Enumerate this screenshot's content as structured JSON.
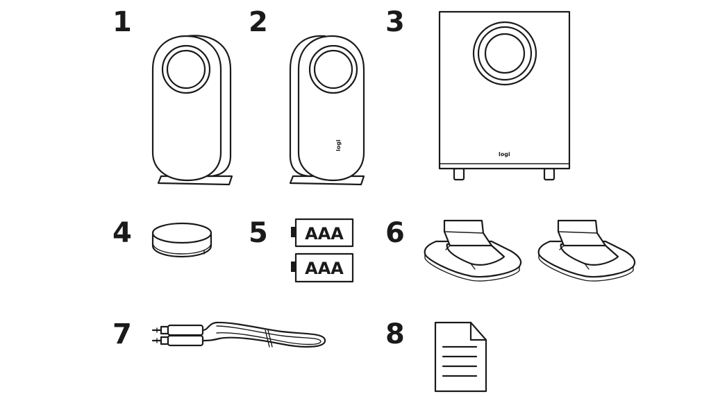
{
  "items": [
    {
      "number": "1"
    },
    {
      "number": "2"
    },
    {
      "number": "3"
    },
    {
      "number": "4"
    },
    {
      "number": "5"
    },
    {
      "number": "6"
    },
    {
      "number": "7"
    },
    {
      "number": "8"
    }
  ],
  "speaker_logo": "logi",
  "subwoofer_logo": "logi",
  "battery_label": "AAA"
}
